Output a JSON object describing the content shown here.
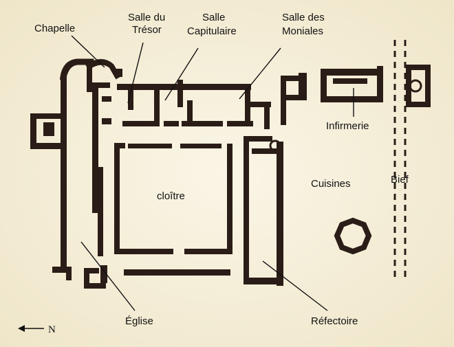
{
  "labels": {
    "chapelle": "Chapelle",
    "salle_tresor": [
      "Salle du",
      "Trésor"
    ],
    "salle_capitulaire": [
      "Salle",
      "Capitulaire"
    ],
    "salle_moniales": [
      "Salle des",
      "Moniales"
    ],
    "infirmerie": "Infirmerie",
    "cuisines": "Cuisines",
    "bief": "Bief",
    "cloitre": "cloître",
    "eglise": "Église",
    "refectoire": "Réfectoire"
  },
  "compass": {
    "letter": "N"
  },
  "colors": {
    "background": "#f7f1df",
    "walls": "#2a1d17",
    "text": "#111111"
  }
}
